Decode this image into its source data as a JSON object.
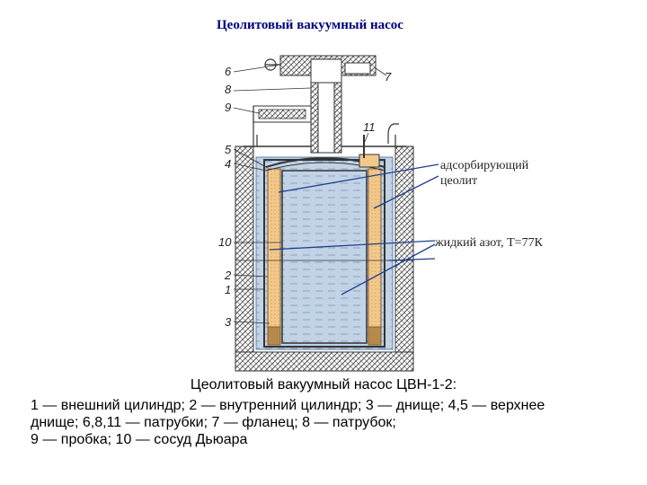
{
  "title": "Цеолитовый вакуумный насос",
  "callouts": {
    "adsorbent_line1": "адсорбирующий",
    "adsorbent_line2": "цеолит",
    "nitrogen": "жидкий азот, Т=77К"
  },
  "part_numbers": [
    "6",
    "8",
    "9",
    "5",
    "4",
    "10",
    "2",
    "1",
    "3",
    "7",
    "11"
  ],
  "caption": {
    "heading": "Цеолитовый вакуумный насос ЦВН-1-2:",
    "lines": [
      "1 — внешний цилиндр; 2 — внутренний цилиндр; 3 — днище; 4,5 — верхнее",
      "днище; 6,8,11 — патрубки; 7 — фланец; 8 — патрубок;",
      "9 — пробка; 10 — сосуд Дьюара"
    ]
  },
  "colors": {
    "title": "#000080",
    "nitrogen": "#c3d3e6",
    "zeolite": "#f2c98a",
    "insulation": "#8c8c8c"
  }
}
